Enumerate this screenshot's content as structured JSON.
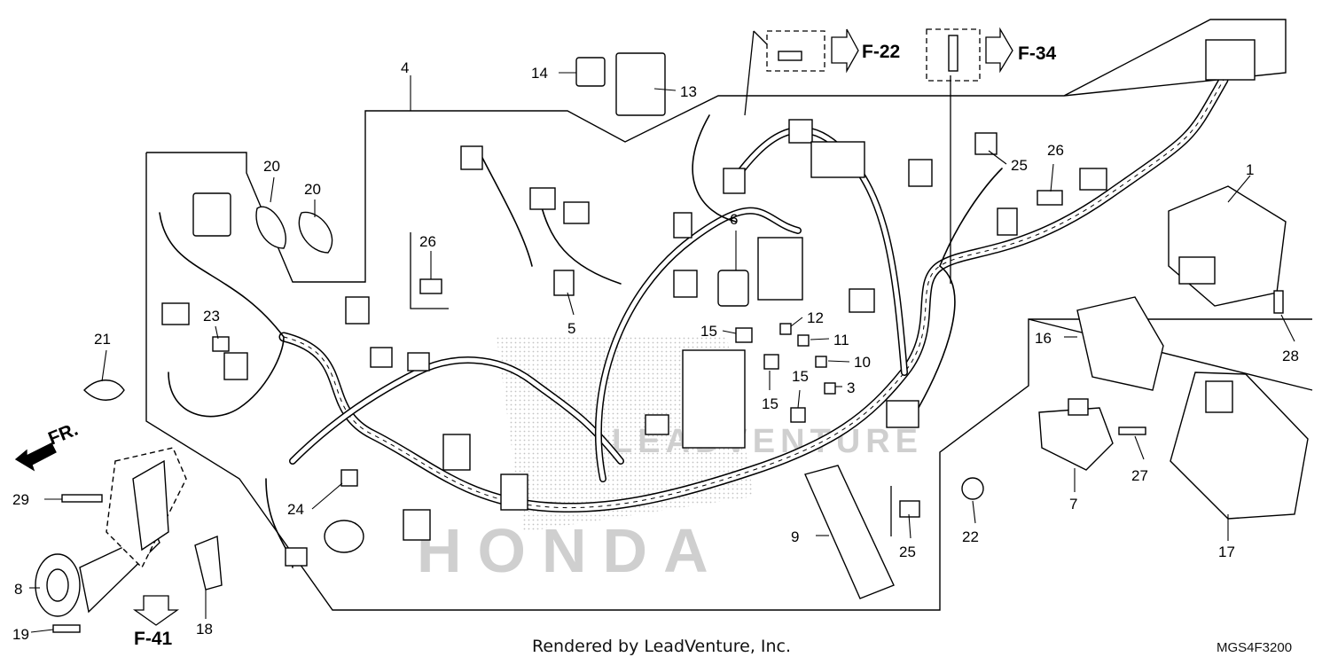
{
  "diagram": {
    "callouts": {
      "n1": "1",
      "n3": "3",
      "n4": "4",
      "n5": "5",
      "n6": "6",
      "n7": "7",
      "n8": "8",
      "n9": "9",
      "n10": "10",
      "n11": "11",
      "n12": "12",
      "n13": "13",
      "n14": "14",
      "n15a": "15",
      "n15b": "15",
      "n15c": "15",
      "n16": "16",
      "n17": "17",
      "n18": "18",
      "n19": "19",
      "n20a": "20",
      "n20b": "20",
      "n21": "21",
      "n22": "22",
      "n23": "23",
      "n24": "24",
      "n25a": "25",
      "n25b": "25",
      "n26a": "26",
      "n26b": "26",
      "n27": "27",
      "n28": "28",
      "n29": "29"
    },
    "references": {
      "f22": "F-22",
      "f34": "F-34",
      "f41": "F-41",
      "front": "FR."
    },
    "watermark": {
      "brand": "HONDA",
      "dealer": "LEADVENTURE"
    }
  },
  "footer": {
    "credit": "Rendered by LeadVenture, Inc.",
    "code": "MGS4F3200"
  }
}
